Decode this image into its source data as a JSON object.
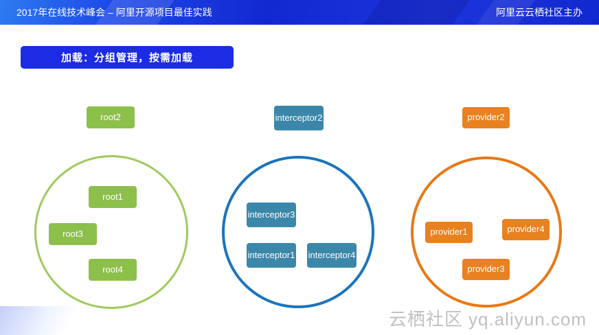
{
  "header": {
    "left_title": "2017年在线技术峰会 – 阿里开源项目最佳实践",
    "right_title": "阿里云云栖社区主办",
    "background_color": "#1228d0"
  },
  "heading": {
    "label": "加载：分组管理，按需加载",
    "background_color": "#1b2ce4"
  },
  "groups": {
    "root": {
      "box_color": "#8dbf4b",
      "circle_color": "#9fc95c",
      "outside": "root2",
      "inside": [
        "root1",
        "root3",
        "root4"
      ]
    },
    "interceptor": {
      "box_color": "#3a87a9",
      "circle_color": "#1b74bb",
      "outside": "interceptor2",
      "inside": [
        "interceptor3",
        "interceptor1",
        "interceptor4"
      ]
    },
    "provider": {
      "box_color": "#e8811f",
      "circle_color": "#e87815",
      "outside": "provider2",
      "inside": [
        "provider1",
        "provider4",
        "provider3"
      ]
    }
  },
  "watermark": "云栖社区 yq.aliyun.com"
}
